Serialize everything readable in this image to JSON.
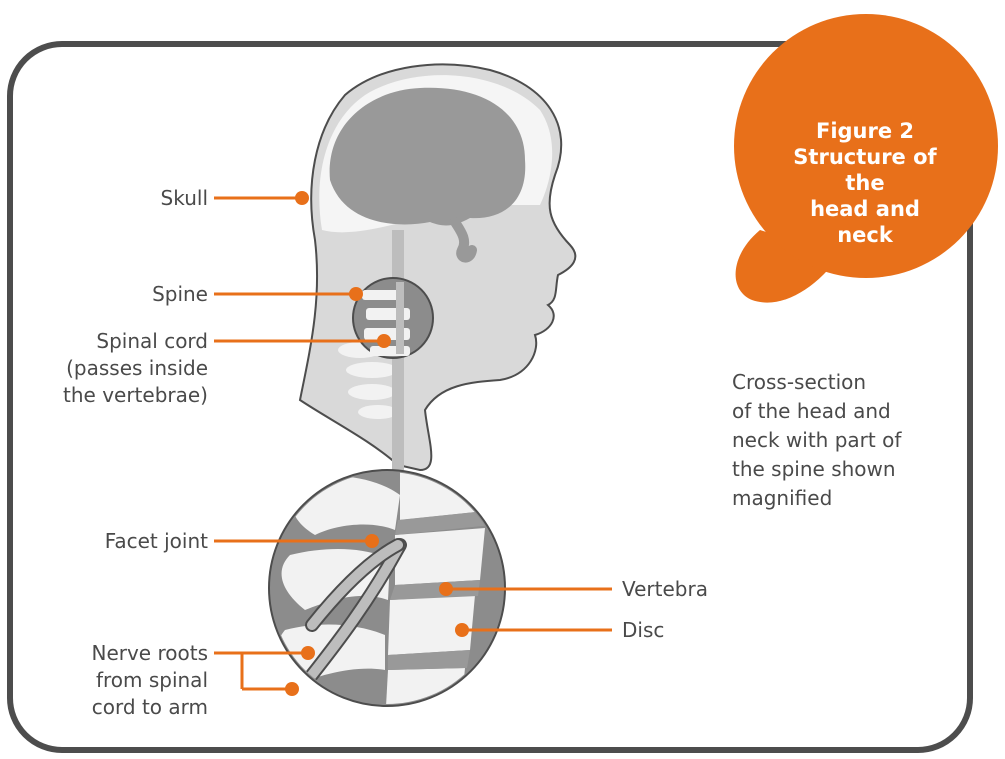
{
  "figure": {
    "number": "Figure 2",
    "title": "Structure of the\nhead and neck",
    "caption": "Cross-section\nof the head and\nneck with part of\nthe spine shown\nmagnified"
  },
  "labels": {
    "skull": "Skull",
    "spine": "Spine",
    "spinal_cord": "Spinal cord\n(passes inside\nthe vertebrae)",
    "facet_joint": "Facet joint",
    "nerve_roots": "Nerve roots\nfrom spinal\ncord to arm",
    "vertebra": "Vertebra",
    "disc": "Disc"
  },
  "colors": {
    "accent": "#E8701A",
    "frame": "#4d4d4d",
    "head_fill": "#d9d9d9",
    "brain_fill": "#999999",
    "bone_fill": "#f2f2f2",
    "dark_bone": "#8c8c8c"
  }
}
